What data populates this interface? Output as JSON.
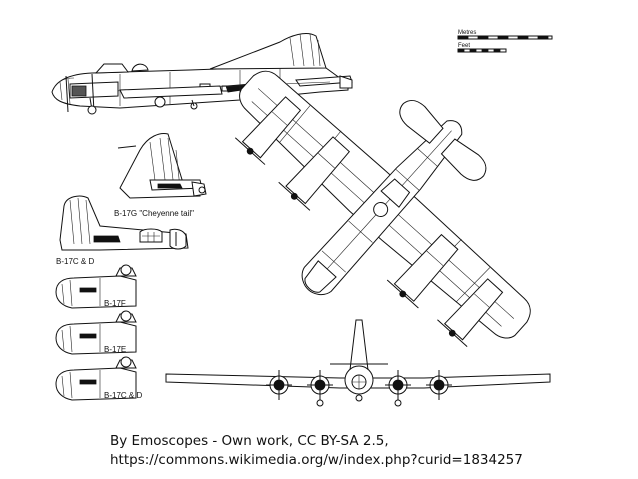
{
  "scale_bar": {
    "metres_label": "Metres",
    "feet_label": "Feet"
  },
  "labels": {
    "cheyenne_tail": "B-17G \"Cheyenne tail\"",
    "b17cd_tail": "B-17C & D",
    "b17f": "B-17F",
    "b17e": "B-17E",
    "b17cd_nose": "B-17C & D"
  },
  "caption": {
    "line1": "By Emoscopes - Own work, CC BY-SA 2.5,",
    "line2": "https://commons.wikimedia.org/w/index.php?curid=1834257"
  }
}
